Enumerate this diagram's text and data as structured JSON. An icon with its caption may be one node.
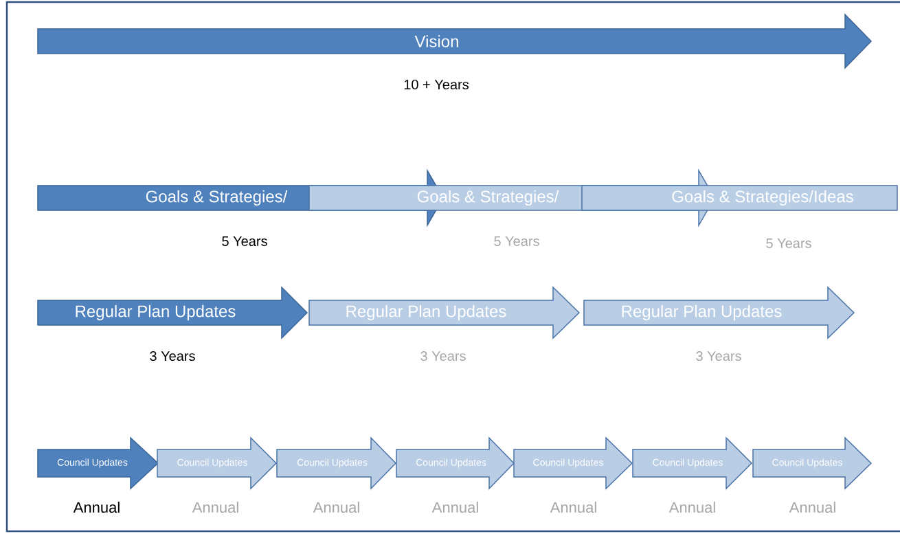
{
  "diagram": {
    "nodes": [
      {
        "text": [
          "Vision"
        ],
        "beside": [
          "10 + Years"
        ]
      },
      {
        "text": [
          "Goals & Strategies/"
        ],
        "beside": [
          "5 Years"
        ]
      },
      {
        "text": [
          "Goals & Strategies/"
        ],
        "beside": [
          "5 Years"
        ]
      },
      {
        "text": [
          "Goals & Strategies/Ideas"
        ],
        "beside": [
          "5 Years"
        ]
      },
      {
        "text": [
          "Regular Plan Updates"
        ],
        "beside": [
          "3 Years"
        ]
      },
      {
        "text": [
          "Regular Plan Updates"
        ],
        "beside": [
          "3 Years"
        ]
      },
      {
        "text": [
          "Regular Plan Updates"
        ],
        "beside": [
          "3 Years"
        ]
      },
      {
        "text": [
          "Council Updates"
        ],
        "beside": [
          "Annual"
        ]
      },
      {
        "text": [
          "Council Updates"
        ],
        "beside": [
          "Annual"
        ]
      },
      {
        "text": [
          "Council Updates"
        ],
        "beside": [
          "Annual"
        ]
      },
      {
        "text": [
          "Council Updates"
        ],
        "beside": [
          "Annual"
        ]
      },
      {
        "text": [
          "Council Updates"
        ],
        "beside": [
          "Annual"
        ]
      },
      {
        "text": [
          "Council Updates"
        ],
        "beside": [
          "Annual"
        ]
      },
      {
        "text": [
          "Council Updates"
        ],
        "beside": [
          "Annual"
        ]
      }
    ]
  }
}
